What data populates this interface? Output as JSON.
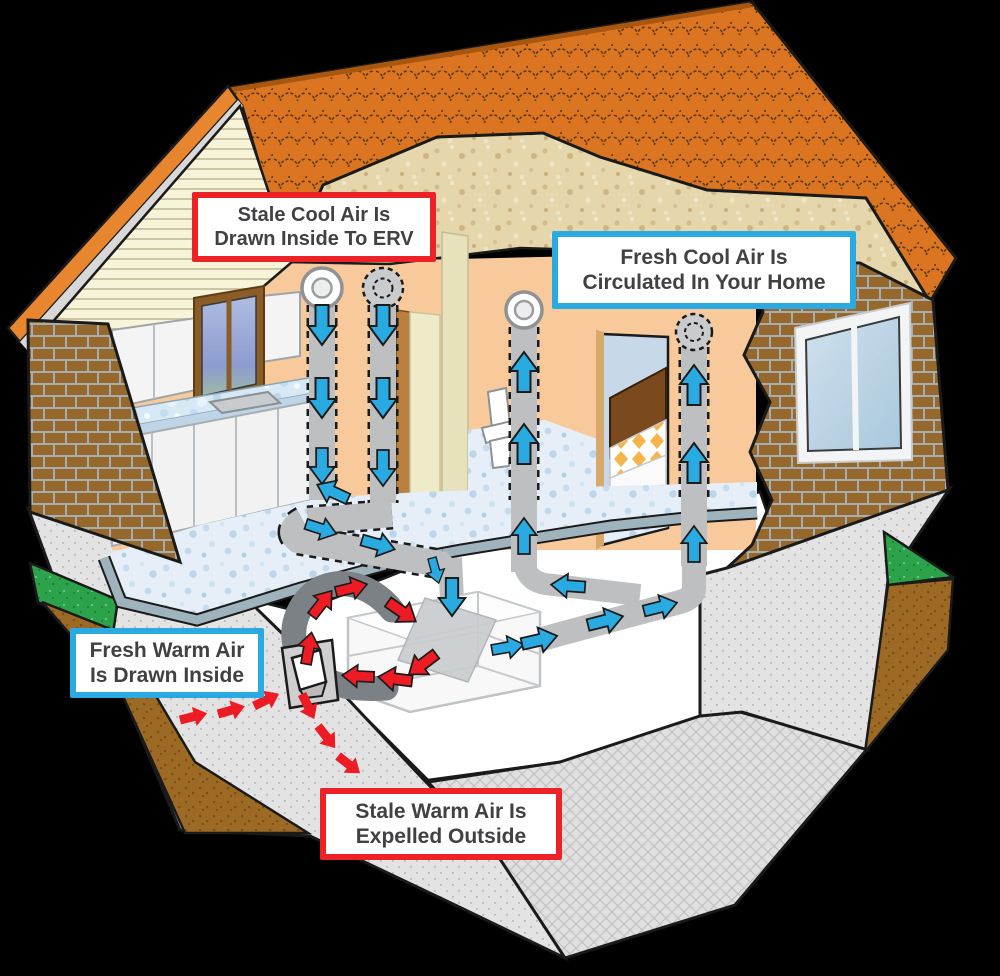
{
  "diagram": {
    "background_color": "#000000",
    "subject": "Cutaway house showing ERV energy-recovery-ventilator airflow",
    "callouts": [
      {
        "id": "stale-cool",
        "line1": "Stale Cool Air Is",
        "line2": "Drawn Inside To ERV",
        "border_color": "#EC2227"
      },
      {
        "id": "fresh-cool",
        "line1": "Fresh Cool Air Is",
        "line2": "Circulated In Your Home",
        "border_color": "#2BA9E1"
      },
      {
        "id": "fresh-warm",
        "line1": "Fresh Warm Air",
        "line2": "Is Drawn Inside",
        "border_color": "#2BA9E1"
      },
      {
        "id": "stale-warm",
        "line1": "Stale Warm Air Is",
        "line2": "Expelled Outside",
        "border_color": "#EC2227"
      }
    ],
    "colors": {
      "cool_air_arrow": "#29ABE2",
      "warm_air_arrow": "#ED1C24",
      "callout_text": "#414042",
      "duct": "#BDBFC1",
      "exhaust_duct": "#7B8184",
      "roof_shingles": "#DC7522",
      "brick": "#96682B",
      "interior_wall": "#F7C99B",
      "insulation": "#E6D6AC",
      "concrete": "#E3E3E3"
    }
  }
}
